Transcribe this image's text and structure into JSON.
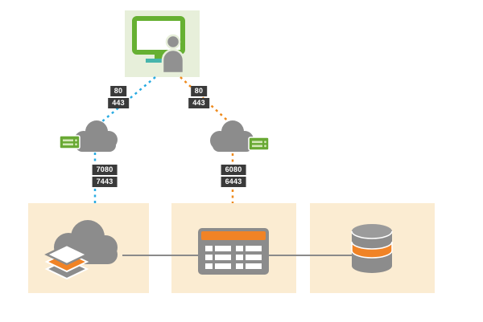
{
  "ports": {
    "left_web": [
      "80",
      "443"
    ],
    "right_web": [
      "80",
      "443"
    ],
    "portal": [
      "7080",
      "7443"
    ],
    "server": [
      "6080",
      "6443"
    ]
  },
  "icons": {
    "client": "monitor-with-user-icon",
    "left_proxy": "cloud-with-load-balancer-icon",
    "right_proxy": "cloud-with-load-balancer-icon",
    "portal_node": "cloud-with-layers-icon",
    "server_node": "server-rack-icon",
    "datastore_node": "database-cylinder-icon"
  },
  "colors": {
    "blue_connection": "#29abe2",
    "orange_connection": "#ee8a1d",
    "port_label_bg": "#3a3a3a",
    "port_label_text": "#ffffff",
    "client_box_bg": "#e7efda",
    "node_box_bg": "#fbecd2",
    "icon_gray": "#8c8c8c",
    "icon_orange": "#f08326",
    "icon_green": "#66b032",
    "teal_accent": "#47b5ac",
    "connector_gray": "#8a8a8a"
  }
}
